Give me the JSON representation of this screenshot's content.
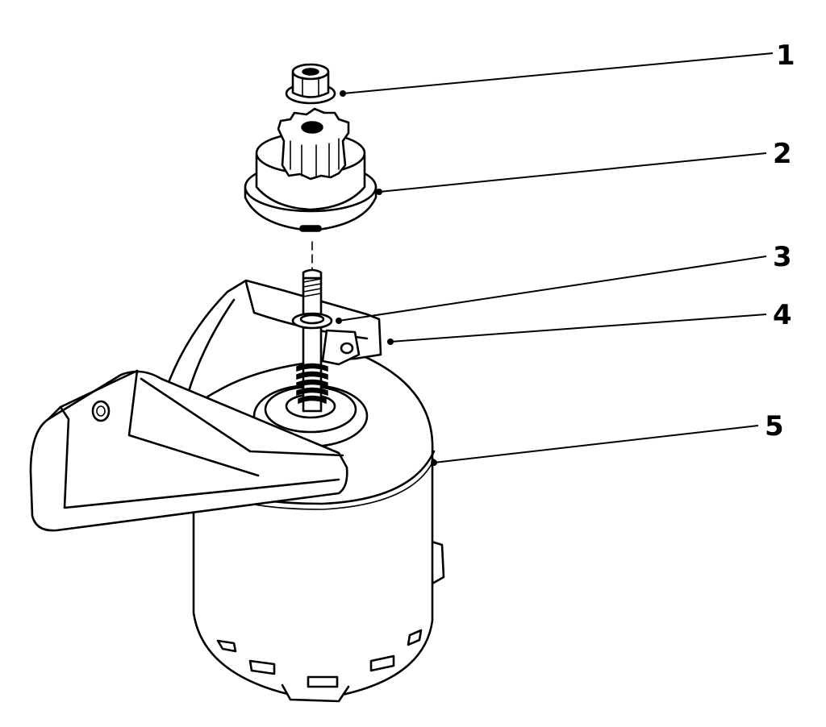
{
  "diagram": {
    "type": "exploded-parts-view",
    "callouts": [
      {
        "number": "1",
        "part": "nut"
      },
      {
        "number": "2",
        "part": "drive-pinion-gear"
      },
      {
        "number": "3",
        "part": "washer"
      },
      {
        "number": "4",
        "part": "bracket"
      },
      {
        "number": "5",
        "part": "starter-motor"
      }
    ]
  }
}
